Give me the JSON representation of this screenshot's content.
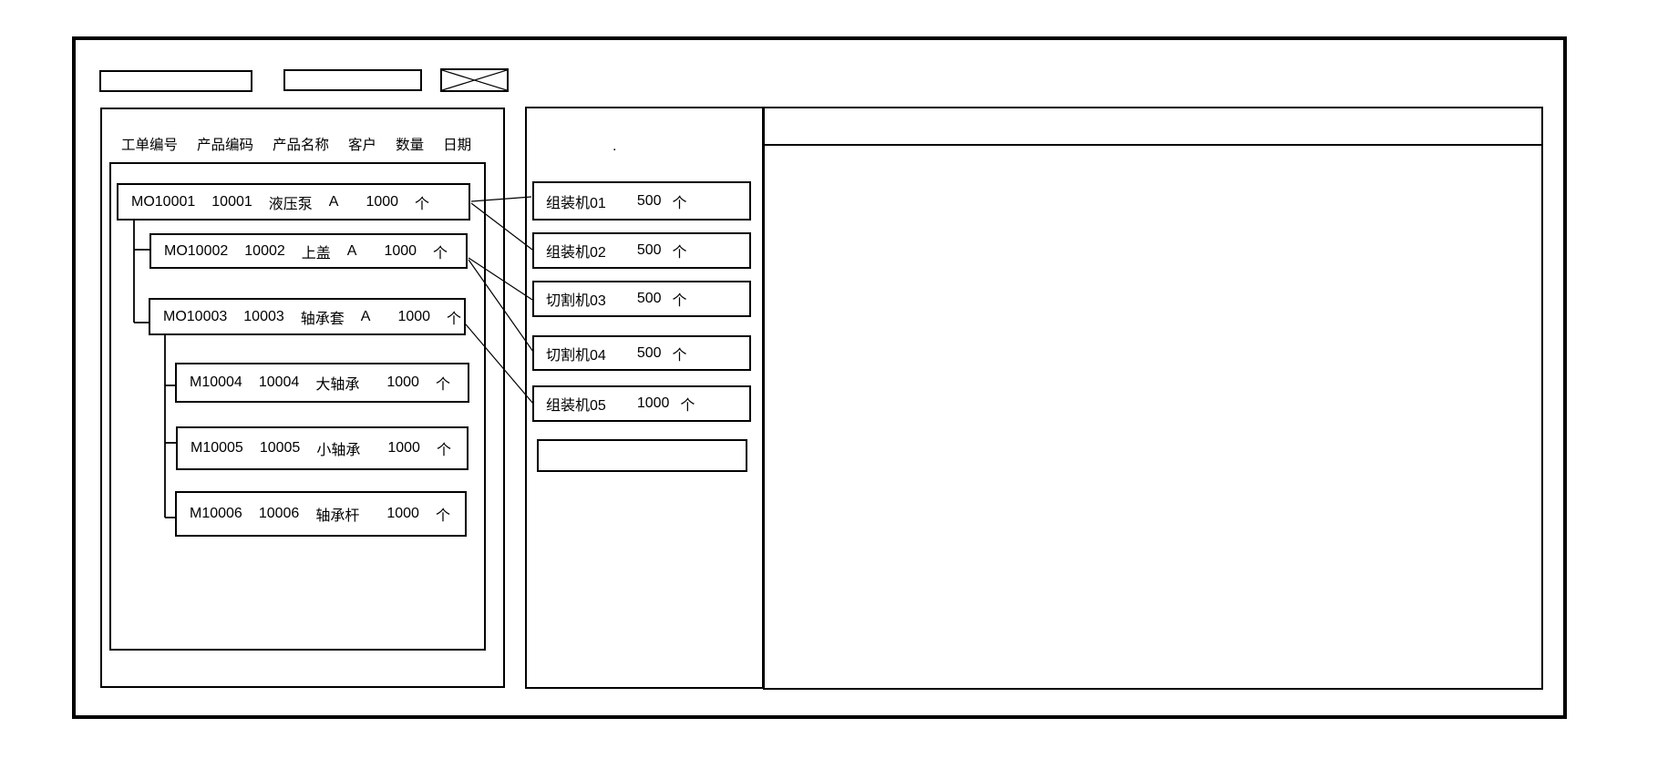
{
  "colors": {
    "stroke": "#000000",
    "background": "#ffffff"
  },
  "toolbar": {
    "field1_value": "",
    "field2_value": ""
  },
  "left_panel": {
    "columns": [
      "工单编号",
      "产品编码",
      "产品名称",
      "客户",
      "数量",
      "日期"
    ],
    "nodes": [
      {
        "wo": "MO10001",
        "code": "10001",
        "name": "液压泵",
        "customer": "A",
        "qty": "1000",
        "unit": "个"
      },
      {
        "wo": "MO10002",
        "code": "10002",
        "name": "上盖",
        "customer": "A",
        "qty": "1000",
        "unit": "个"
      },
      {
        "wo": "MO10003",
        "code": "10003",
        "name": "轴承套",
        "customer": "A",
        "qty": "1000",
        "unit": "个"
      },
      {
        "wo": "M10004",
        "code": "10004",
        "name": "大轴承",
        "customer": "",
        "qty": "1000",
        "unit": "个"
      },
      {
        "wo": "M10005",
        "code": "10005",
        "name": "小轴承",
        "customer": "",
        "qty": "1000",
        "unit": "个"
      },
      {
        "wo": "M10006",
        "code": "10006",
        "name": "轴承杆",
        "customer": "",
        "qty": "1000",
        "unit": "个"
      }
    ]
  },
  "middle_panel": {
    "dot": ".",
    "machines": [
      {
        "name": "组装机01",
        "qty": "500",
        "unit": "个"
      },
      {
        "name": "组装机02",
        "qty": "500",
        "unit": "个"
      },
      {
        "name": "切割机03",
        "qty": "500",
        "unit": "个"
      },
      {
        "name": "切割机04",
        "qty": "500",
        "unit": "个"
      },
      {
        "name": "组装机05",
        "qty": "1000",
        "unit": "个"
      },
      {
        "name": "",
        "qty": "",
        "unit": ""
      }
    ]
  }
}
